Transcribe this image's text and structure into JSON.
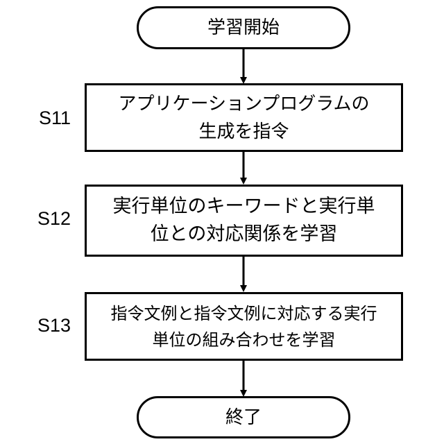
{
  "diagram": {
    "start": "学習開始",
    "end": "終了",
    "steps": [
      {
        "label": "S11",
        "lines": [
          "アプリケーションプログラムの",
          "生成を指令"
        ]
      },
      {
        "label": "S12",
        "lines": [
          "実行単位のキーワードと実行単",
          "位との対応関係を学習"
        ]
      },
      {
        "label": "S13",
        "lines": [
          "指令文例と指令文例に対応する実行",
          "単位の組み合わせを学習"
        ]
      }
    ]
  }
}
